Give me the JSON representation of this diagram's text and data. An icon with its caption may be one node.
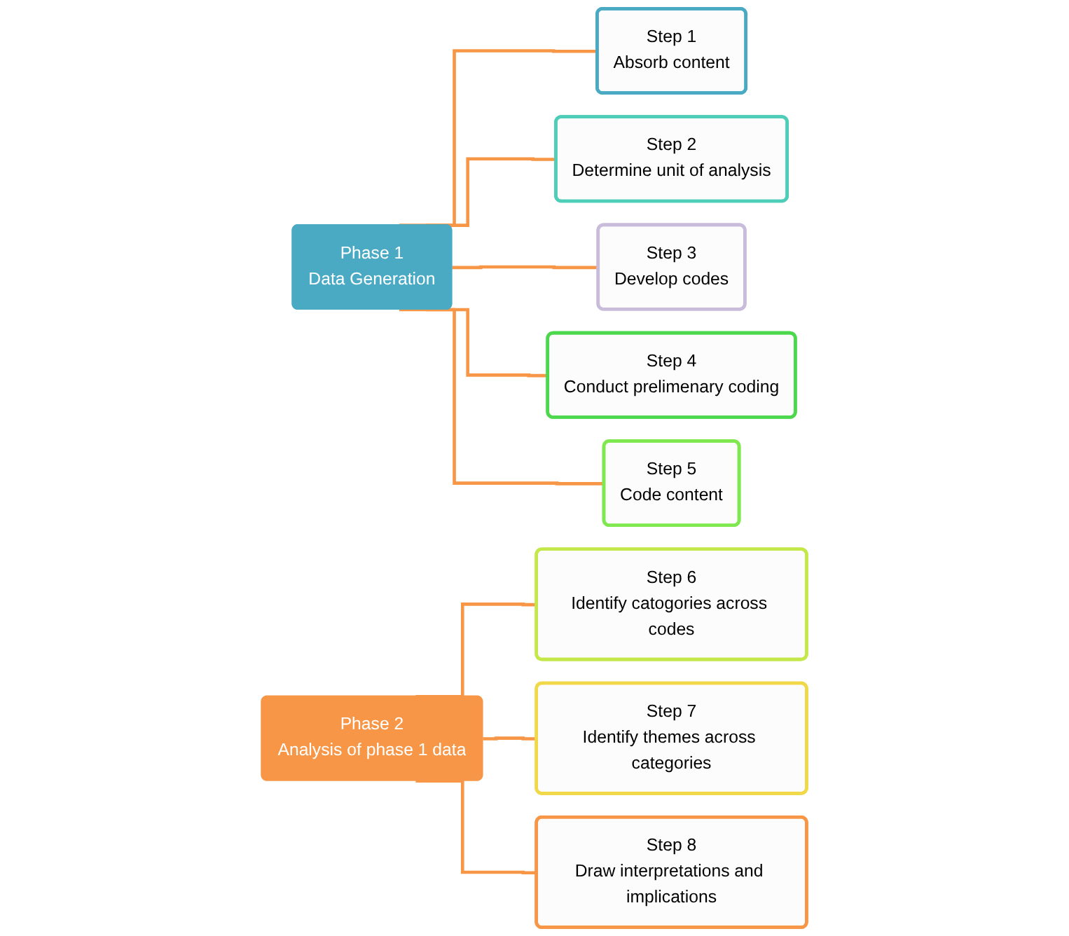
{
  "diagram": {
    "nodes": [
      {
        "text": [
          "Phase 1",
          "Data Generation"
        ]
      },
      {
        "text": [
          "Step 1",
          "Absorb content"
        ]
      },
      {
        "text": [
          "Step 2",
          "Determine unit of analysis"
        ]
      },
      {
        "text": [
          "Step 3",
          "Develop codes"
        ]
      },
      {
        "text": [
          "Step 4",
          "Conduct prelimenary coding"
        ]
      },
      {
        "text": [
          "Step 5",
          "Code content"
        ]
      },
      {
        "text": [
          "Phase 2",
          "Analysis of phase 1 data"
        ]
      },
      {
        "text": [
          "Step 6",
          "Identify catogories across codes"
        ]
      },
      {
        "text": [
          "Step 7",
          "Identify themes across categories"
        ]
      },
      {
        "text": [
          "Step 8",
          "Draw interpretations and implications"
        ]
      }
    ],
    "edges": [
      {
        "from": 0,
        "to": 1,
        "arrow": "none"
      },
      {
        "from": 0,
        "to": 2,
        "arrow": "none"
      },
      {
        "from": 0,
        "to": 3,
        "arrow": "none"
      },
      {
        "from": 0,
        "to": 4,
        "arrow": "none"
      },
      {
        "from": 0,
        "to": 5,
        "arrow": "none"
      },
      {
        "from": 6,
        "to": 7,
        "arrow": "none"
      },
      {
        "from": 6,
        "to": 8,
        "arrow": "none"
      },
      {
        "from": 6,
        "to": 9,
        "arrow": "none"
      }
    ]
  }
}
